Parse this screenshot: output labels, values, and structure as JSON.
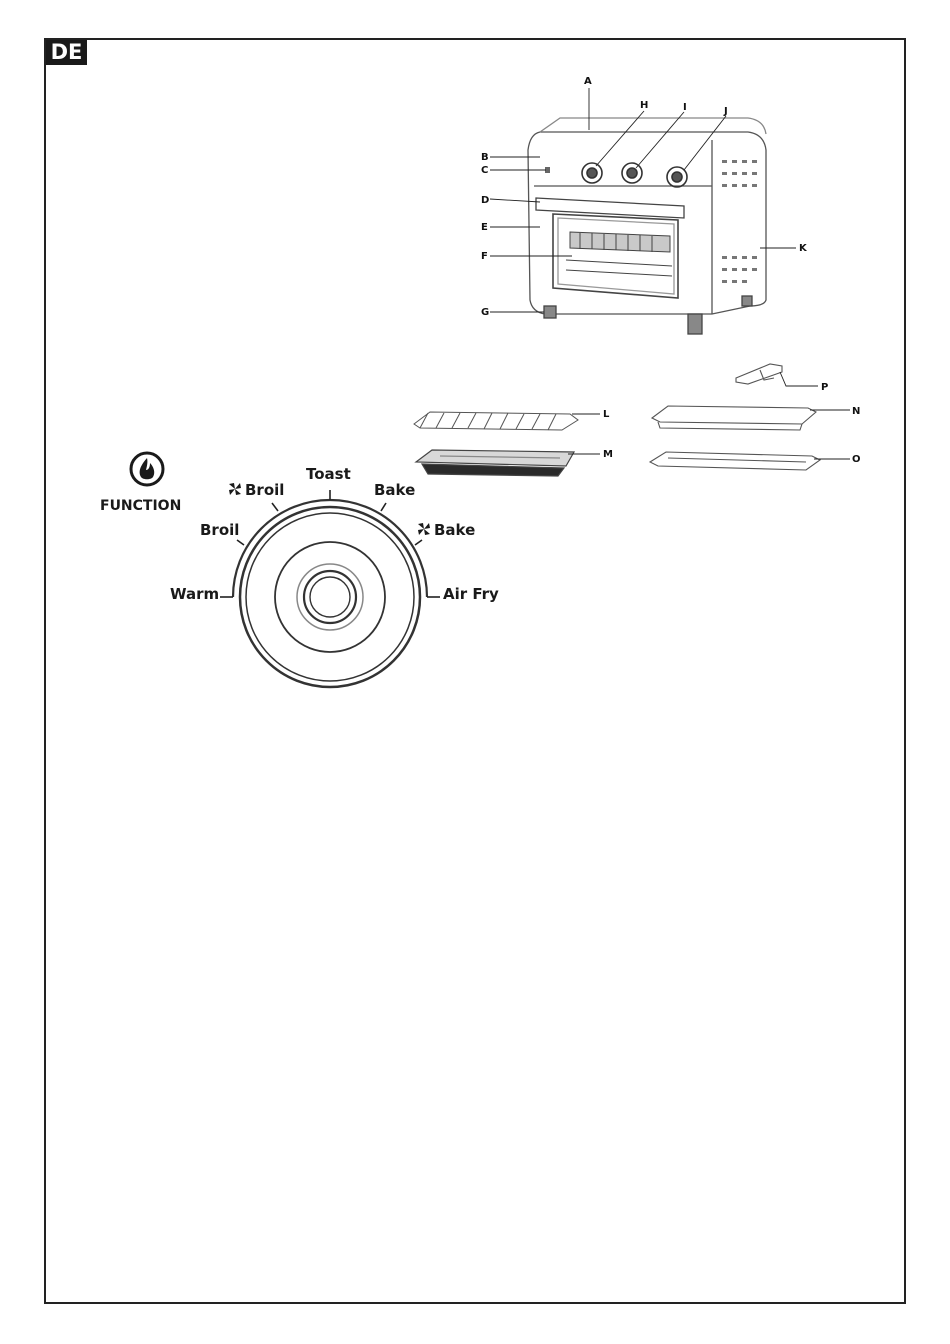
{
  "header": {
    "language_badge": "DE"
  },
  "oven_diagram": {
    "callouts": [
      "A",
      "B",
      "C",
      "D",
      "E",
      "F",
      "G",
      "H",
      "I",
      "J",
      "K"
    ]
  },
  "accessories": {
    "callouts": [
      "L",
      "M",
      "N",
      "O",
      "P"
    ]
  },
  "function_dial": {
    "icon": "flame-icon",
    "title": "FUNCTION",
    "settings": {
      "warm": "Warm",
      "broil": "Broil",
      "fan_broil": "Broil",
      "toast": "Toast",
      "bake": "Bake",
      "fan_bake": "Bake",
      "air_fry": "Air Fry"
    },
    "fan_symbol": "fan-icon"
  }
}
